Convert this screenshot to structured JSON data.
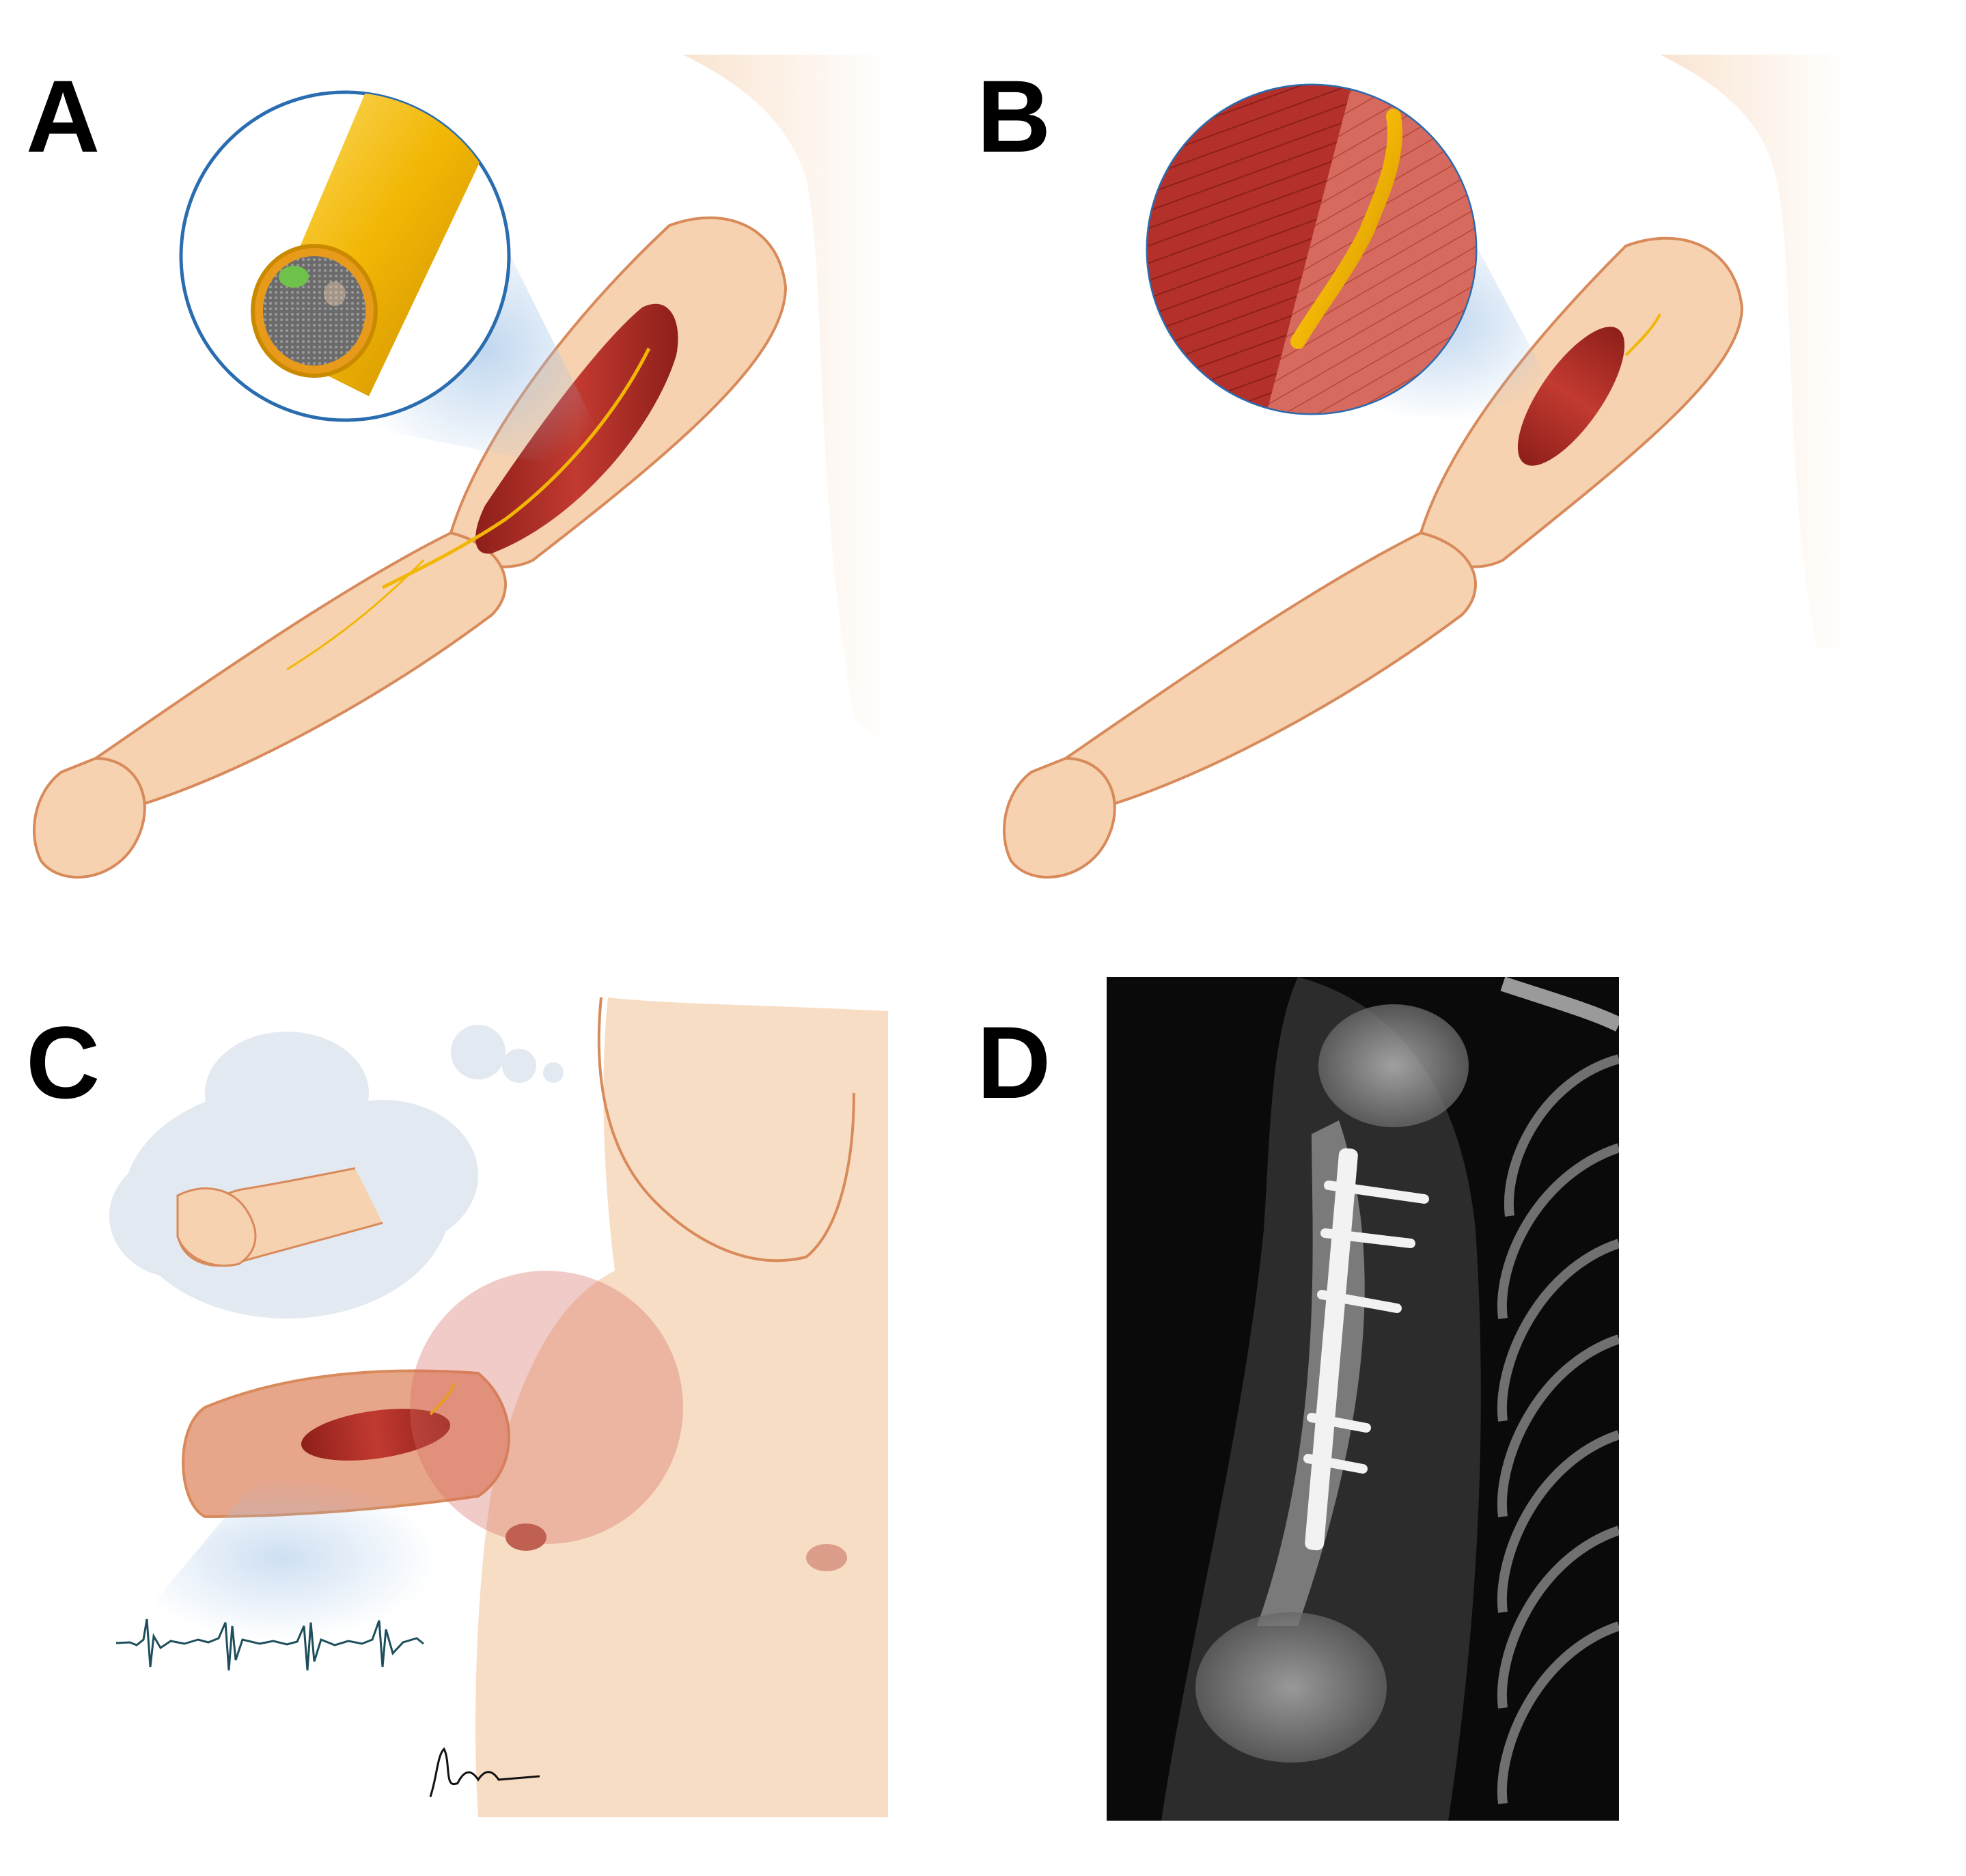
{
  "panels": [
    {
      "id": "A",
      "label": "A",
      "image": "arm-with-nerve-cross-section"
    },
    {
      "id": "B",
      "label": "B",
      "image": "nerve-transfer-to-muscle"
    },
    {
      "id": "C",
      "label": "C",
      "image": "phantom-fist-emg-signal"
    },
    {
      "id": "D",
      "label": "D",
      "image": "xray-humerus-with-plate"
    }
  ],
  "colors": {
    "skin": "#f6d2b1",
    "skin_outline": "#d88a5a",
    "muscle": "#b4302a",
    "muscle_light": "#d66a5e",
    "nerve": "#f2b705",
    "callout_border": "#2a6cb0",
    "glow": "#9cc0e6",
    "emg": "#1d4e5c",
    "xray_bg": "#0a0a0a"
  }
}
